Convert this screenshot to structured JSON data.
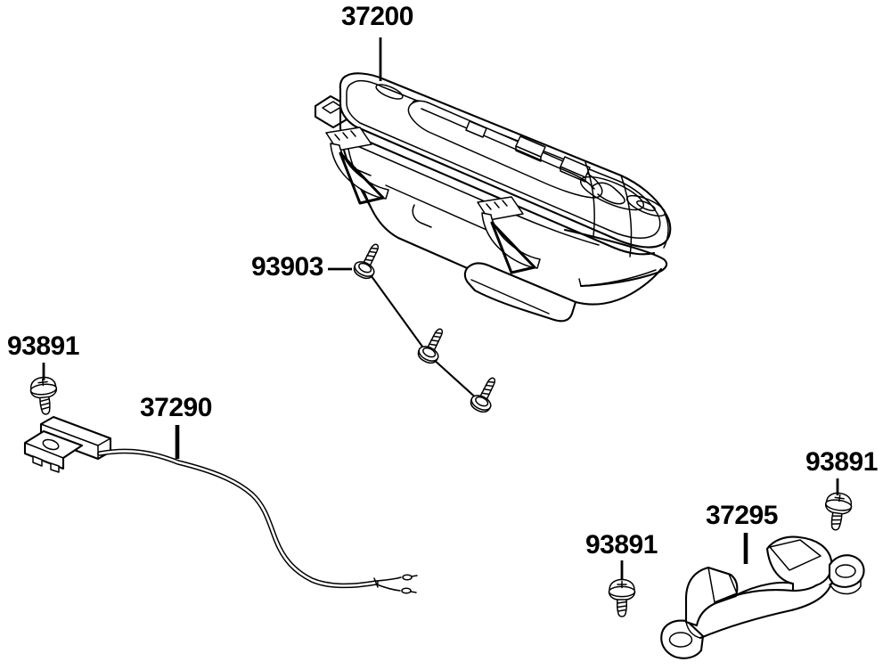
{
  "page": {
    "background": "#ffffff",
    "ink": "#000000",
    "kind": "exploded-parts-diagram"
  },
  "labels": {
    "meter": {
      "text": "37200"
    },
    "meter_screws": {
      "text": "93903"
    },
    "screw_left": {
      "text": "93891"
    },
    "sensor": {
      "text": "37290"
    },
    "screw_right": {
      "text": "93891"
    },
    "bracket": {
      "text": "37295"
    },
    "screw_bottom": {
      "text": "93891"
    }
  },
  "callouts": [
    {
      "ref": "37200",
      "points_to": "meter-assembly-drawing"
    },
    {
      "ref": "93903",
      "points_to": "tapping-screws-x3"
    },
    {
      "ref": "93891",
      "points_to": "washer-screw-left"
    },
    {
      "ref": "37290",
      "points_to": "sensor-with-cable-drawing"
    },
    {
      "ref": "93891",
      "points_to": "washer-screw-right"
    },
    {
      "ref": "37295",
      "points_to": "meter-bracket-drawing"
    },
    {
      "ref": "93891",
      "points_to": "washer-screw-bottom"
    }
  ]
}
